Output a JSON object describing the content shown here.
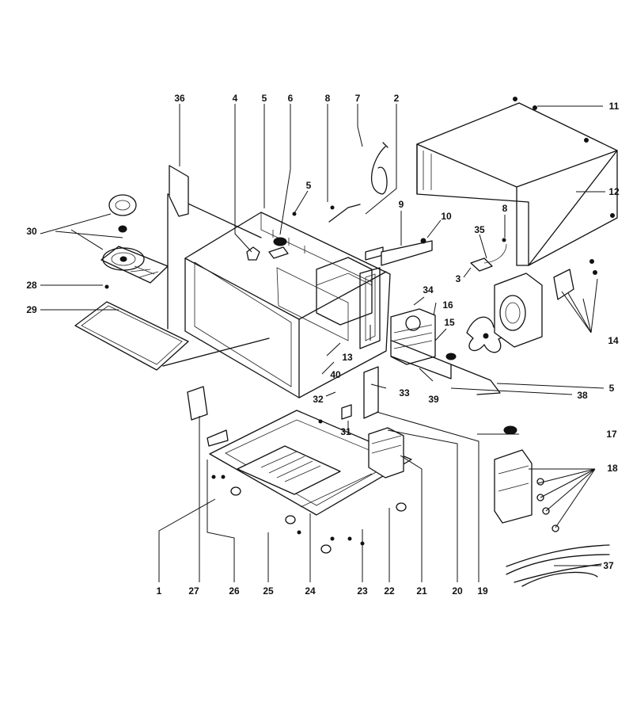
{
  "diagram": {
    "callouts": [
      {
        "id": "c1",
        "label": "1"
      },
      {
        "id": "c2",
        "label": "2"
      },
      {
        "id": "c3",
        "label": "3"
      },
      {
        "id": "c4",
        "label": "4"
      },
      {
        "id": "c5a",
        "label": "5"
      },
      {
        "id": "c5b",
        "label": "5"
      },
      {
        "id": "c5c",
        "label": "5"
      },
      {
        "id": "c6",
        "label": "6"
      },
      {
        "id": "c7",
        "label": "7"
      },
      {
        "id": "c8a",
        "label": "8"
      },
      {
        "id": "c8b",
        "label": "8"
      },
      {
        "id": "c9",
        "label": "9"
      },
      {
        "id": "c10",
        "label": "10"
      },
      {
        "id": "c11",
        "label": "11"
      },
      {
        "id": "c12",
        "label": "12"
      },
      {
        "id": "c13",
        "label": "13"
      },
      {
        "id": "c14",
        "label": "14"
      },
      {
        "id": "c15",
        "label": "15"
      },
      {
        "id": "c16",
        "label": "16"
      },
      {
        "id": "c17",
        "label": "17"
      },
      {
        "id": "c18",
        "label": "18"
      },
      {
        "id": "c19",
        "label": "19"
      },
      {
        "id": "c20",
        "label": "20"
      },
      {
        "id": "c21",
        "label": "21"
      },
      {
        "id": "c22",
        "label": "22"
      },
      {
        "id": "c23",
        "label": "23"
      },
      {
        "id": "c24",
        "label": "24"
      },
      {
        "id": "c25",
        "label": "25"
      },
      {
        "id": "c26",
        "label": "26"
      },
      {
        "id": "c27",
        "label": "27"
      },
      {
        "id": "c28",
        "label": "28"
      },
      {
        "id": "c29",
        "label": "29"
      },
      {
        "id": "c30",
        "label": "30"
      },
      {
        "id": "c31",
        "label": "31"
      },
      {
        "id": "c32",
        "label": "32"
      },
      {
        "id": "c33",
        "label": "33"
      },
      {
        "id": "c34",
        "label": "34"
      },
      {
        "id": "c35",
        "label": "35"
      },
      {
        "id": "c36",
        "label": "36"
      },
      {
        "id": "c37",
        "label": "37"
      },
      {
        "id": "c38",
        "label": "38"
      },
      {
        "id": "c39",
        "label": "39"
      },
      {
        "id": "c40",
        "label": "40"
      }
    ]
  }
}
